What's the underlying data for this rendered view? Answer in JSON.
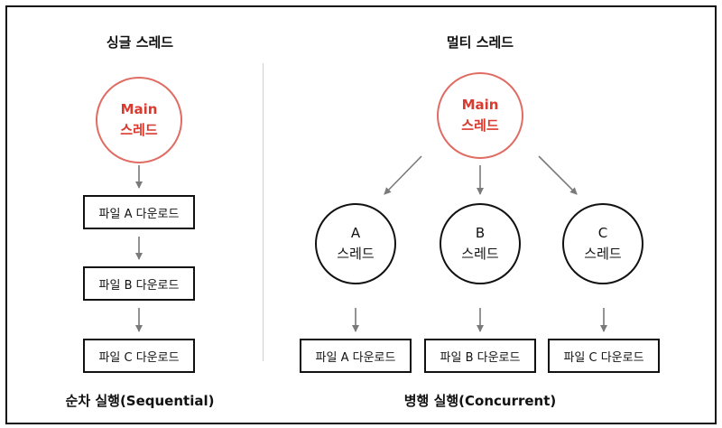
{
  "single": {
    "title": "싱글 스레드",
    "main": {
      "line1": "Main",
      "line2": "스레드"
    },
    "tasks": [
      "파일 A 다운로드",
      "파일 B 다운로드",
      "파일 C 다운로드"
    ],
    "footer": "순차 실행(Sequential)"
  },
  "multi": {
    "title": "멀티 스레드",
    "main": {
      "line1": "Main",
      "line2": "스레드"
    },
    "threads": [
      {
        "label": "A",
        "sub": "스레드",
        "task": "파일 A 다운로드"
      },
      {
        "label": "B",
        "sub": "스레드",
        "task": "파일 B 다운로드"
      },
      {
        "label": "C",
        "sub": "스레드",
        "task": "파일 C 다운로드"
      }
    ],
    "footer": "병행 실행(Concurrent)"
  },
  "colors": {
    "main_border": "#e06c63",
    "main_text": "#d93b30",
    "arrow": "#7a7a7a",
    "line": "#111111"
  }
}
